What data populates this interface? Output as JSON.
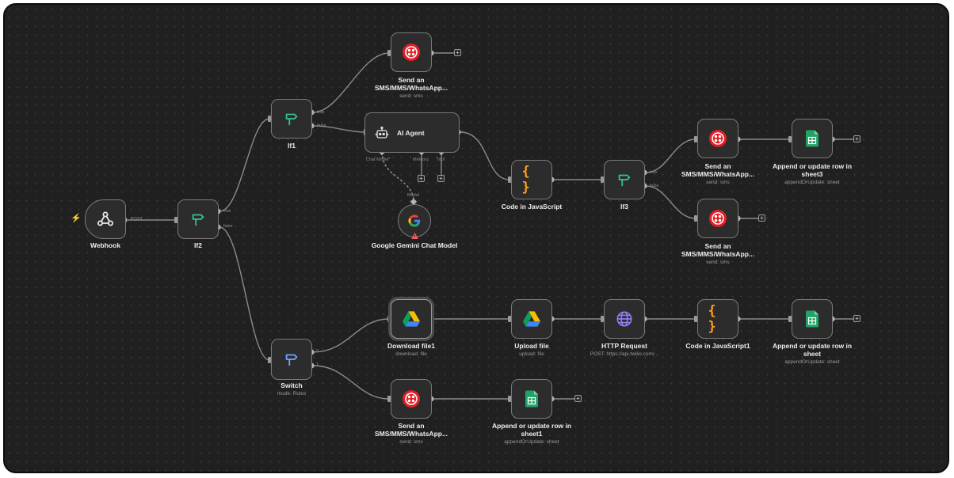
{
  "nodes": {
    "webhook": {
      "name": "Webhook",
      "port_label": "POST",
      "icon": "webhook-icon"
    },
    "if2": {
      "name": "If2",
      "true_label": "true",
      "false_label": "false",
      "icon": "if-icon"
    },
    "if1": {
      "name": "If1",
      "true_label": "true",
      "false_label": "false",
      "icon": "if-icon"
    },
    "sms1": {
      "name": "Send an SMS/MMS/WhatsApp...",
      "sub": "send: sms",
      "icon": "twilio-icon"
    },
    "ai_agent": {
      "name": "AI Agent",
      "chat_model_label": "Chat Model",
      "required_mark": "*",
      "memory_label": "Memory",
      "tool_label": "Tool",
      "icon": "robot-icon"
    },
    "gemini": {
      "name": "Google Gemini Chat Model",
      "input_label": "Model",
      "icon": "google-icon",
      "warning_icon": "warning-icon"
    },
    "code1": {
      "name": "Code in JavaScript",
      "icon": "code-braces-icon"
    },
    "if3": {
      "name": "If3",
      "true_label": "true",
      "false_label": "false",
      "icon": "if-icon"
    },
    "sms2": {
      "name": "Send an SMS/MMS/WhatsApp...",
      "sub": "send: sms",
      "icon": "twilio-icon"
    },
    "sheet3": {
      "name": "Append or update row in sheet3",
      "sub": "appendOrUpdate: sheet",
      "icon": "google-sheets-icon"
    },
    "sms3": {
      "name": "Send an SMS/MMS/WhatsApp...",
      "sub": "send: sms",
      "icon": "twilio-icon"
    },
    "switch": {
      "name": "Switch",
      "sub": "mode: Rules",
      "out0": "0",
      "out1": "1",
      "icon": "switch-icon"
    },
    "download": {
      "name": "Download file1",
      "sub": "download: file",
      "icon": "google-drive-icon"
    },
    "upload": {
      "name": "Upload file",
      "sub": "upload: file",
      "icon": "google-drive-icon"
    },
    "http": {
      "name": "HTTP Request",
      "sub": "POST: https://api.twilio.com/...",
      "icon": "globe-icon"
    },
    "code2": {
      "name": "Code in JavaScript1",
      "icon": "code-braces-icon"
    },
    "sheet_main": {
      "name": "Append or update row in sheet",
      "sub": "appendOrUpdate: sheet",
      "icon": "google-sheets-icon"
    },
    "sms4": {
      "name": "Send an SMS/MMS/WhatsApp...",
      "sub": "send: sms",
      "icon": "twilio-icon"
    },
    "sheet1": {
      "name": "Append or update row in sheet1",
      "sub": "appendOrUpdate: sheet",
      "icon": "google-sheets-icon"
    }
  },
  "add_symbol": "+",
  "trigger_symbol": "⚡",
  "colors": {
    "canvas": "#202020",
    "node_bg": "#2c2c2c",
    "node_border": "#7a7a7a",
    "wire": "#8a8a8a",
    "twilio": "#e31e26",
    "sheets": "#21a366",
    "code": "#ff9f1c",
    "if_green": "#35c289",
    "switch_blue": "#6aa7ff",
    "http_purple": "#8d7ff0",
    "trigger": "#ff6d5a"
  }
}
